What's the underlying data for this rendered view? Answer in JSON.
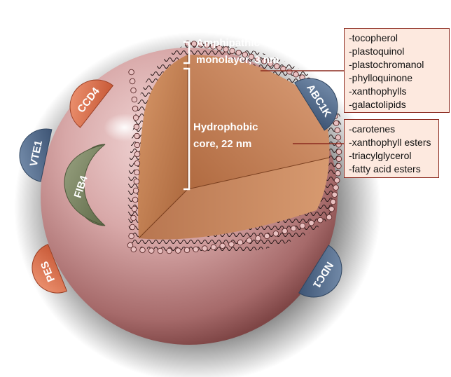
{
  "labels": {
    "monolayer_line1": "Amphipathic",
    "monolayer_line2": "monolayer, 3 nm",
    "core_line1": "Hydrophobic",
    "core_line2": "core, 22 nm"
  },
  "monolayer_components": [
    "-tocopherol",
    "-plastoquinol",
    "-plastochromanol",
    "-phylloquinone",
    "-xanthophylls",
    "-galactolipids"
  ],
  "core_components": [
    "-carotenes",
    "-xanthophyll esters",
    "-triacylglycerol",
    "-fatty acid esters"
  ],
  "proteins": {
    "ccd4": "CCD4",
    "abc1k": "ABC1K",
    "vte1": "VTE1",
    "fib4": "FIB4",
    "pes": "PES",
    "ndc1": "NDC1"
  },
  "colors": {
    "sphere": "#c48c8c",
    "core": "#c8865a",
    "box_fill": "#fde9df",
    "box_border": "#8b2a1f",
    "blue_protein": "#4f6a8a",
    "orange_protein": "#e0744f",
    "green_protein": "#75805f"
  }
}
